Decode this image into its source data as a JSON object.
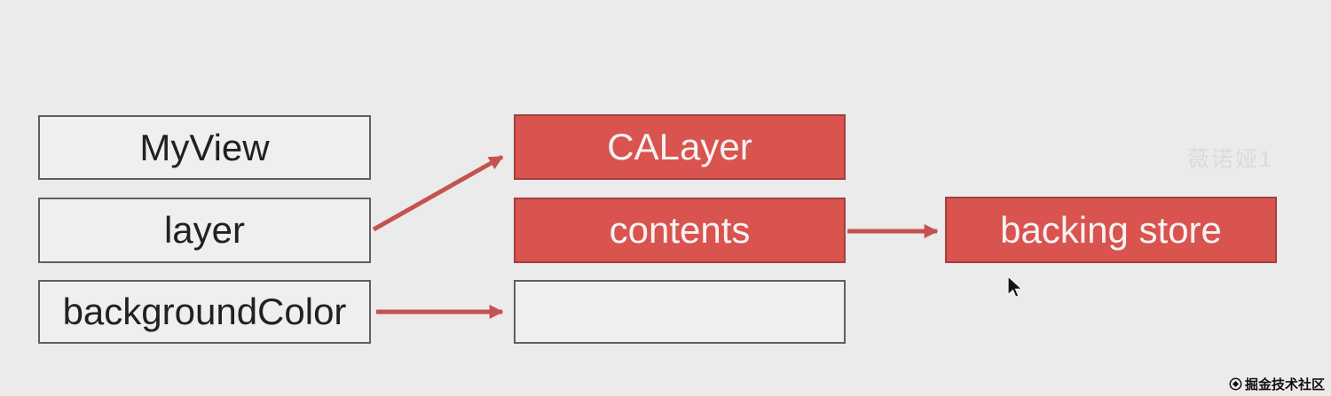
{
  "diagram": {
    "boxes": {
      "myview": "MyView",
      "layer": "layer",
      "background_color": "backgroundColor",
      "calayer": "CALayer",
      "contents": "contents",
      "empty": "",
      "backing_store": "backing store"
    },
    "arrows": [
      {
        "name": "arrow-layer-to-calayer",
        "from": "layer",
        "to": "CALayer"
      },
      {
        "name": "arrow-contents-to-backingstore",
        "from": "contents",
        "to": "backing store"
      },
      {
        "name": "arrow-backgroundcolor-to-empty",
        "from": "backgroundColor",
        "to": "empty-box"
      }
    ],
    "colors": {
      "canvas_bg": "#ebebeb",
      "plain_box_bg": "#f0efef",
      "plain_box_border": "#5f5f5f",
      "plain_box_text": "#212121",
      "red_box_bg": "#d9534f",
      "red_box_border": "#a2403d",
      "red_box_text": "#f5f3f2",
      "arrow": "#c4534f",
      "watermark_color": "#dcdbdb",
      "badge_text": "#0f0f0f"
    }
  },
  "watermark": {
    "text": "薇诺娅1"
  },
  "badge": {
    "label": "掘金技术社区",
    "icon": "juejin-logo"
  }
}
